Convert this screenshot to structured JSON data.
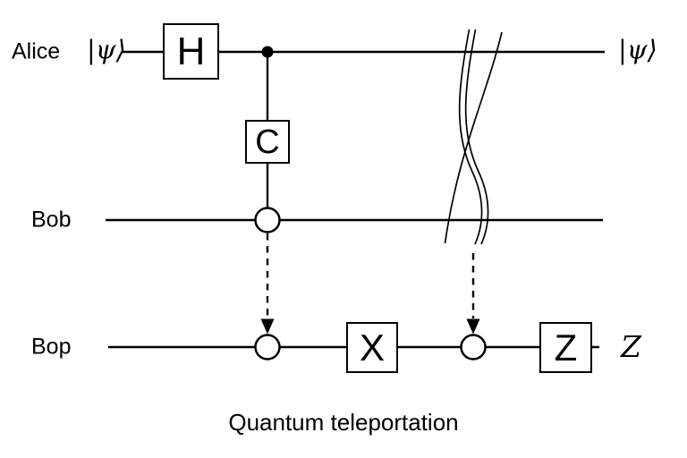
{
  "caption": "Quantum teleportation",
  "wires": {
    "alice": {
      "label": "Alice",
      "input": "|ψ⟩",
      "output": "|ψ⟩"
    },
    "bob": {
      "label": "Bob"
    },
    "bop": {
      "label": "Bop",
      "output": "Z"
    }
  },
  "gates": {
    "hadamard": "H",
    "controlled": "C",
    "pauli_x": "X",
    "pauli_z": "Z"
  },
  "colors": {
    "ink": "#000000",
    "background": "#ffffff"
  }
}
